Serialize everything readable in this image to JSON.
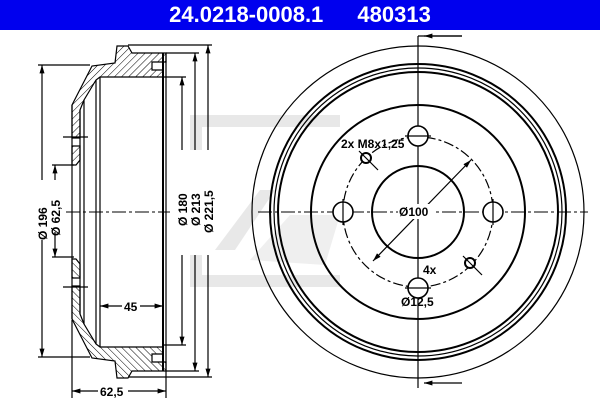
{
  "header": {
    "part_number": "24.0218-0008.1",
    "reference": "480313",
    "background_color": "#0000ee"
  },
  "section_view": {
    "dim_outer_back": "Ø 196",
    "dim_hub_bore": "Ø 62,5",
    "dim_drum_inner": "Ø 180",
    "dim_flange_inner": "Ø 213",
    "dim_flange_outer": "Ø 221,5",
    "dim_depth_inner": "45",
    "dim_height_total": "62,5"
  },
  "front_view": {
    "thread_note": "2x M8x1,25",
    "bolt_circle": "Ø100",
    "hole_count": "4x",
    "hole_diameter": "Ø12,5"
  }
}
